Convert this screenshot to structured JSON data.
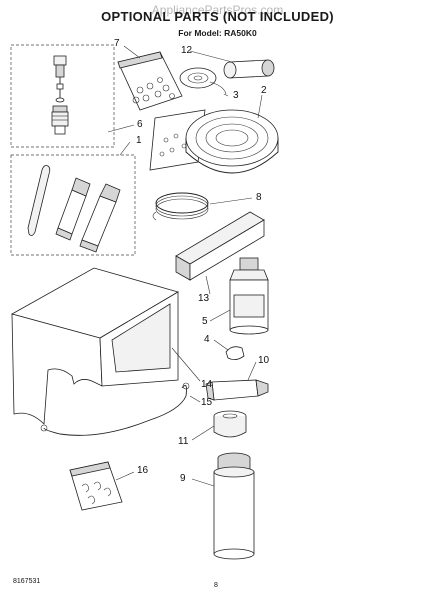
{
  "watermark": "AppliancePartsPros.com",
  "title": "OPTIONAL PARTS (NOT INCLUDED)",
  "subtitle": "For Model: RA50K0",
  "callouts": {
    "c1": "1",
    "c2": "2",
    "c3": "3",
    "c4": "4",
    "c5": "5",
    "c6": "6",
    "c7": "7",
    "c8": "8",
    "c9": "9",
    "c10": "10",
    "c11": "11",
    "c12": "12",
    "c13": "13",
    "c14": "14",
    "c15": "15",
    "c16": "16"
  },
  "footer": {
    "doc_number": "8167531",
    "page_number": "8"
  }
}
